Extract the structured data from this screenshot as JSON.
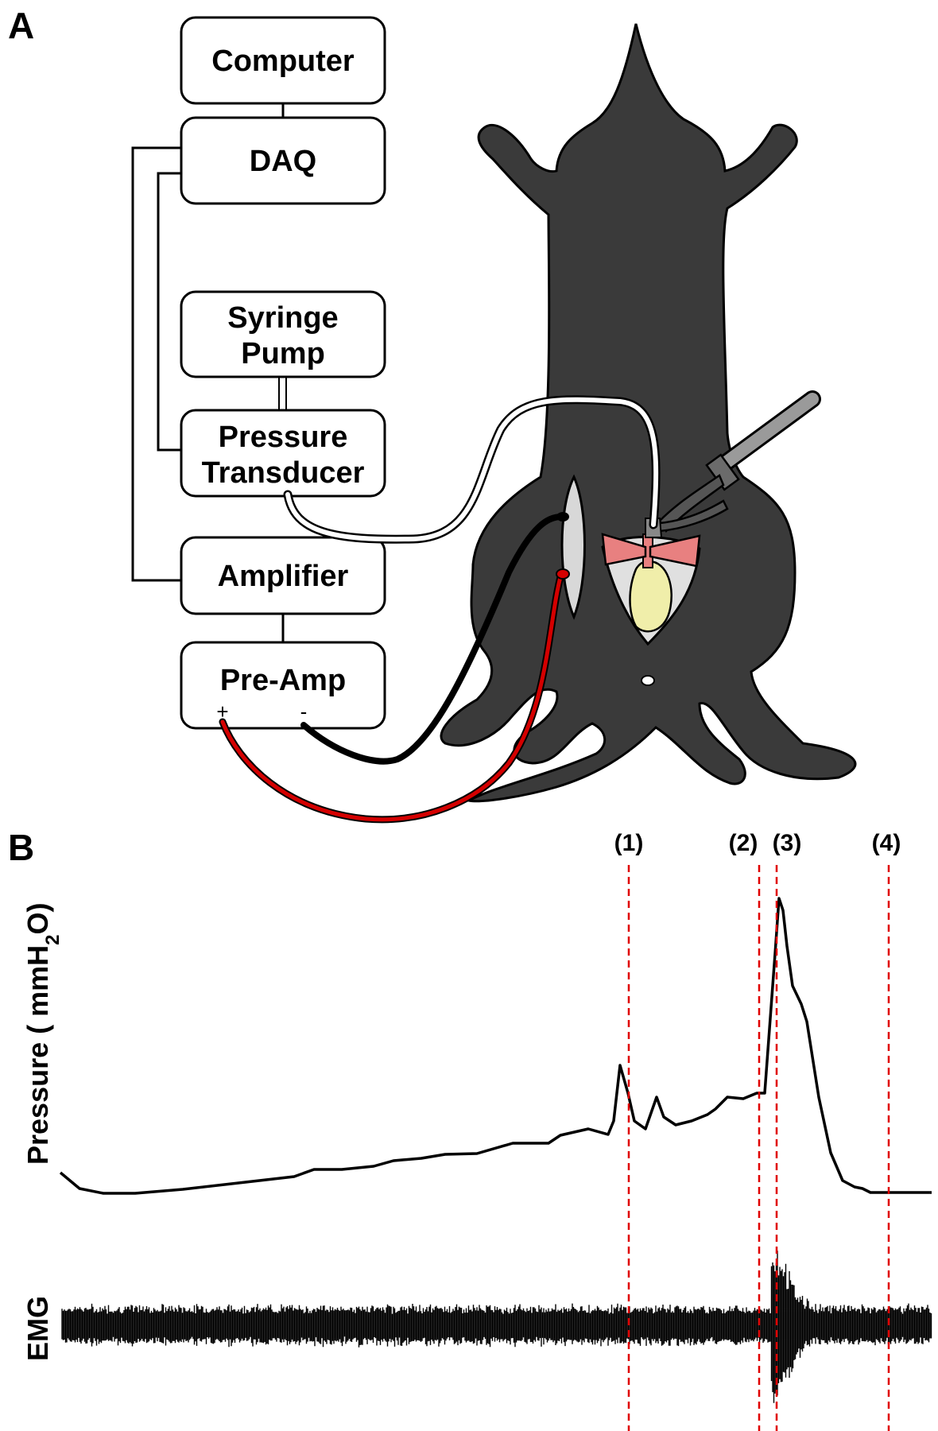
{
  "panel_a": {
    "letter": "A",
    "boxes": [
      {
        "id": "computer",
        "lines": [
          "Computer"
        ]
      },
      {
        "id": "daq",
        "lines": [
          "DAQ"
        ]
      },
      {
        "id": "syringe-pump",
        "lines": [
          "Syringe",
          "Pump"
        ]
      },
      {
        "id": "pressure-transducer",
        "lines": [
          "Pressure",
          "Transducer"
        ]
      },
      {
        "id": "amplifier",
        "lines": [
          "Amplifier"
        ]
      },
      {
        "id": "pre-amp",
        "lines": [
          "Pre-Amp"
        ]
      }
    ],
    "preamp_plus": "+",
    "preamp_minus": "-",
    "colors": {
      "animal": "#3a3a3a",
      "positive_lead": "#d40000",
      "negative_lead": "#000000",
      "ligature": "#e88080",
      "bladder": "#f0eeaa",
      "tubing": "#ffffff"
    }
  },
  "panel_b": {
    "letter": "B",
    "pressure_label": "Pressure ( mmH",
    "pressure_label_sub": "2",
    "pressure_label_end": "O)",
    "emg_label": "EMG",
    "markers": [
      "(1)",
      "(2)",
      "(3)",
      "(4)"
    ],
    "marker_color": "#e00000"
  }
}
